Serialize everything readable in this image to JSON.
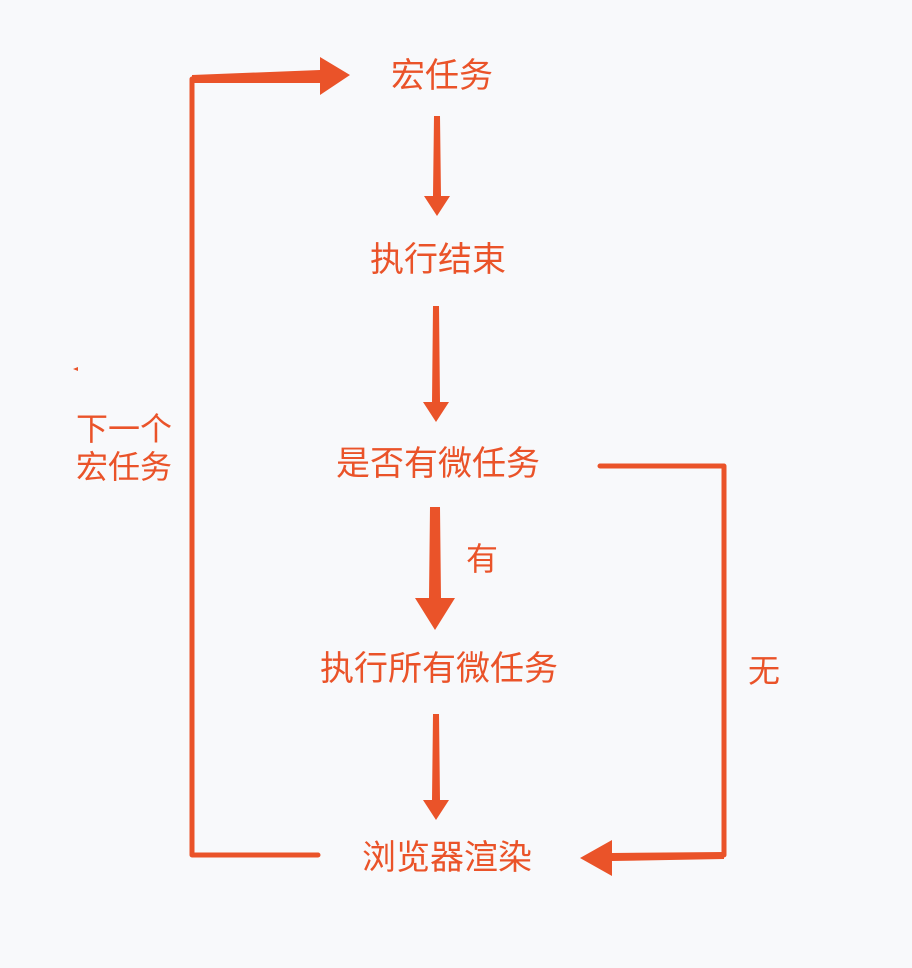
{
  "colors": {
    "accent": "#ea5329",
    "background": "#f8f9fb"
  },
  "nodes": {
    "macro_task": "宏任务",
    "execution_end": "执行结束",
    "has_micro_task": "是否有微任务",
    "run_all_micro_tasks": "执行所有微任务",
    "browser_render": "浏览器渲染"
  },
  "edges": {
    "yes_label": "有",
    "no_label": "无",
    "loop_label_line1": "下一个",
    "loop_label_line2": "宏任务"
  }
}
